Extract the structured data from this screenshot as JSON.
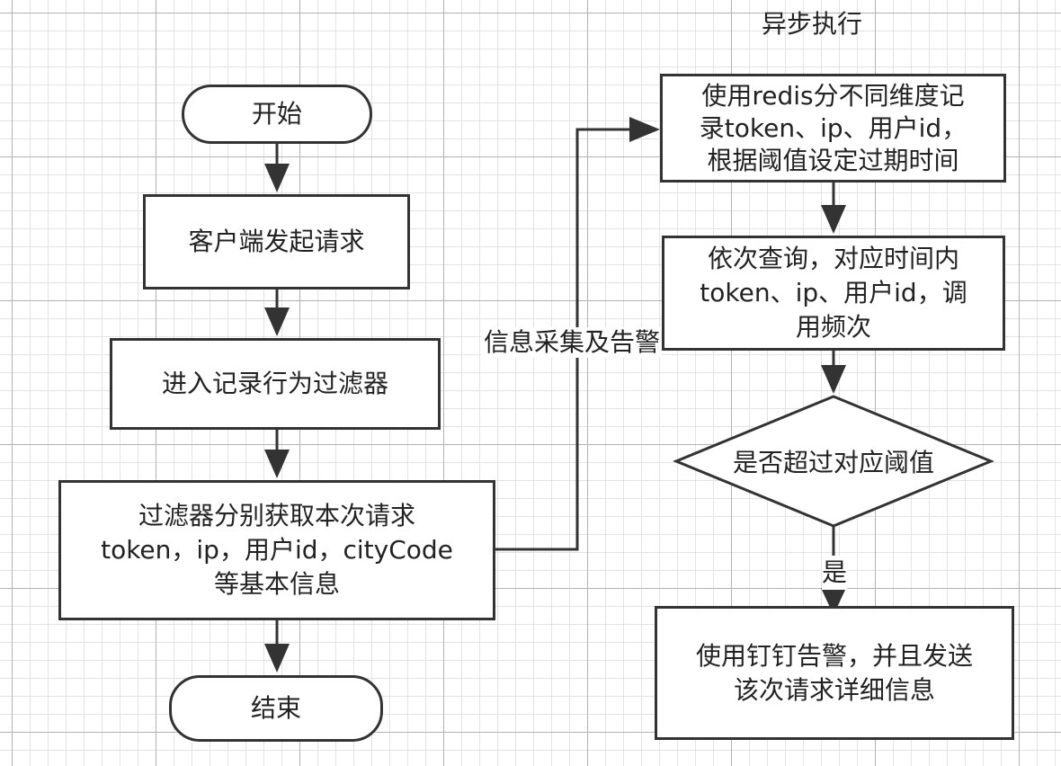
{
  "diagram": {
    "header": "异步执行",
    "nodes": {
      "start": "开始",
      "client_request": "客户端发起请求",
      "enter_filter": "进入记录行为过滤器",
      "filter_info": [
        "过滤器分别获取本次请求",
        "token，ip，用户id，cityCode",
        "等基本信息"
      ],
      "end": "结束",
      "redis_record": [
        "使用redis分不同维度记",
        "录token、ip、用户id，",
        "根据阈值设定过期时间"
      ],
      "query": [
        "依次查询，对应时间内",
        "token、ip、用户id，调",
        "用频次"
      ],
      "decision": "是否超过对应阈值",
      "alert": [
        "使用钉钉告警，并且发送",
        "该次请求详细信息"
      ]
    },
    "edge_labels": {
      "collect_alert": "信息采集及告警",
      "yes": "是"
    }
  }
}
